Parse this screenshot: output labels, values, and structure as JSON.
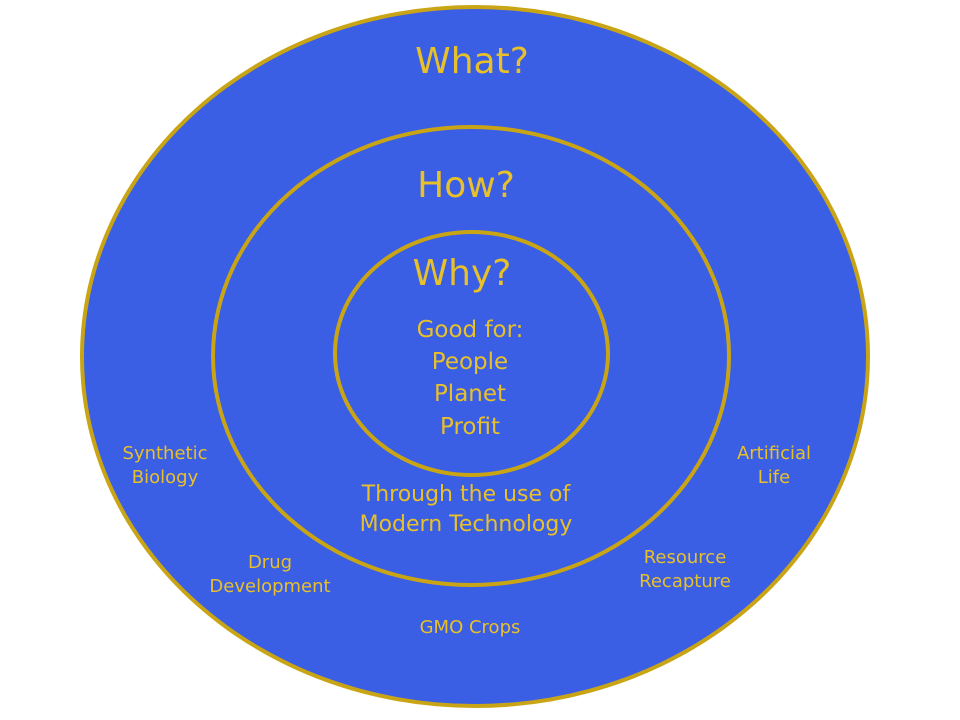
{
  "colors": {
    "fill": "#3a5ee4",
    "stroke": "#c9a515",
    "text": "#e8c02a"
  },
  "rings": {
    "what": "What?",
    "how": "How?",
    "why": "Why?"
  },
  "core": {
    "text": "Good for:\nPeople\nPlanet\nProfit"
  },
  "how_ring": {
    "text": "Through the use of\nModern Technology"
  },
  "examples": {
    "synthetic_biology": "Synthetic\nBiology",
    "artificial_life": "Artificial\nLife",
    "drug_development": "Drug\nDevelopment",
    "resource_recapture": "Resource\nRecapture",
    "gmo_crops": "GMO Crops"
  }
}
